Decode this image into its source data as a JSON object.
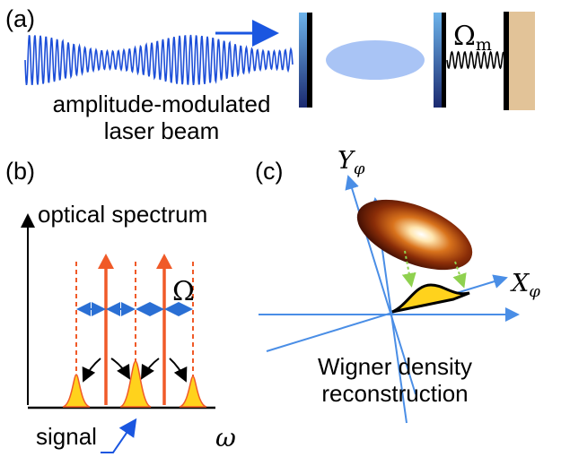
{
  "panels": {
    "a": {
      "label": "(a)",
      "caption_line1": "amplitude-modulated",
      "caption_line2": "laser beam",
      "omega_m_symbol": "Ω",
      "omega_m_subscript": "m"
    },
    "b": {
      "label": "(b)",
      "axis_label": "optical spectrum",
      "spacing_symbol": "Ω",
      "signal_label": "signal",
      "x_axis_symbol": "ω"
    },
    "c": {
      "label": "(c)",
      "y_axis_symbol": "Y",
      "y_axis_subscript": "φ",
      "x_axis_symbol": "X",
      "x_axis_subscript": "φ",
      "caption_line1": "Wigner density",
      "caption_line2": "reconstruction"
    }
  },
  "colors": {
    "wave": "#1d4fd8",
    "arrow_blue": "#1a56e0",
    "mirror_dark": "#1a2d78",
    "mirror_light": "#5aa9e6",
    "mirror_bar": "#000000",
    "lens": "#a9c4f5",
    "wall": "#e2c398",
    "carrier": "#f05a28",
    "signal_fill": "#ffd21c",
    "spacing_arrow": "#2a6fd4",
    "axis_blue": "#4a8ee6",
    "ellipse_dark": "#5a1a05",
    "ellipse_mid": "#c96a1a",
    "ellipse_light": "#ffffff",
    "projection_arrow": "#8fd14f"
  }
}
